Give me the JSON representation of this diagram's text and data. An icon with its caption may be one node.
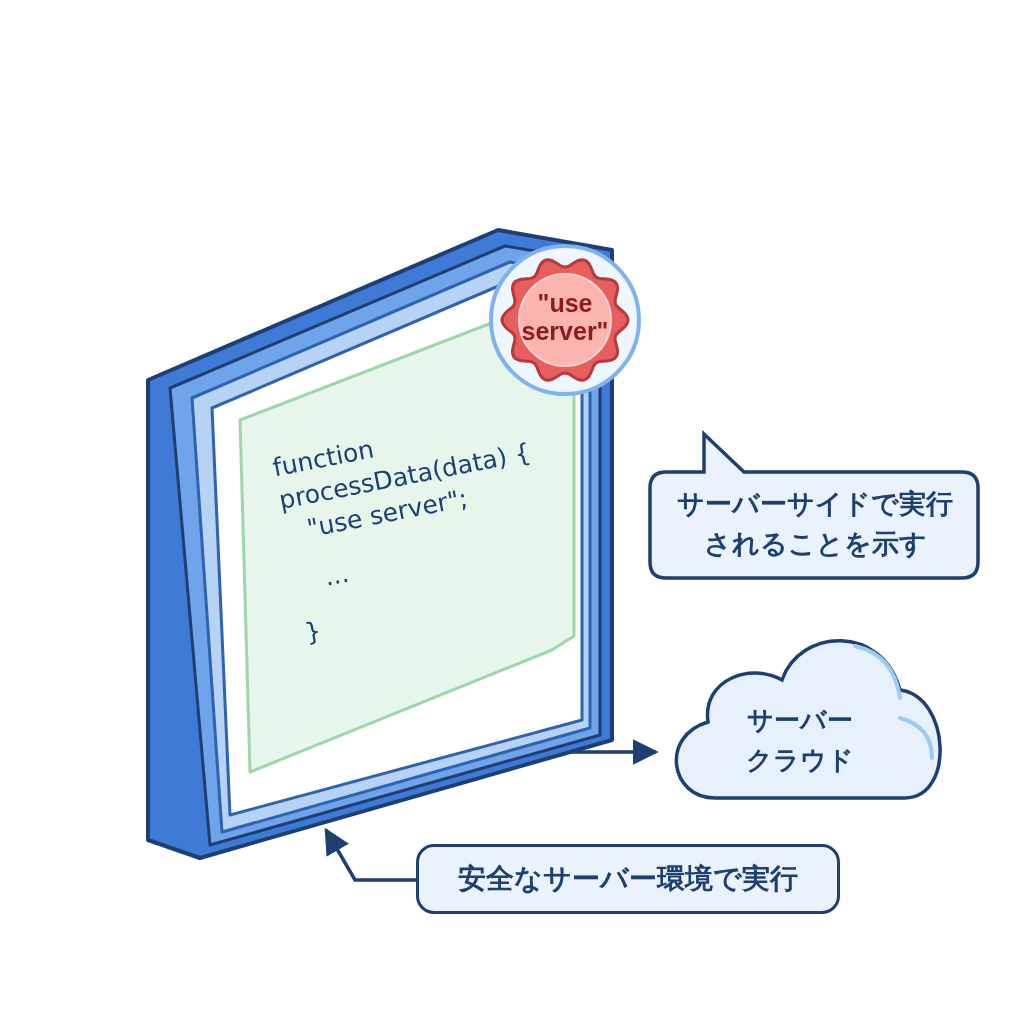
{
  "diagram": {
    "nodes": [
      {
        "text": [
          "function processData(data) {",
          "\"use server\";",
          "...",
          "}"
        ]
      },
      {
        "text": [
          "\"use server\""
        ]
      },
      {
        "text": [
          "サーバーサイドで実行されることを示す"
        ]
      },
      {
        "text": [
          "サーバークラウド"
        ]
      },
      {
        "text": [
          "安全なサーバー環境で実行"
        ]
      }
    ],
    "edges": [
      {
        "from": 0,
        "to": 3,
        "arrow": "to"
      },
      {
        "from": 4,
        "to": 0,
        "arrow": "to"
      }
    ]
  }
}
